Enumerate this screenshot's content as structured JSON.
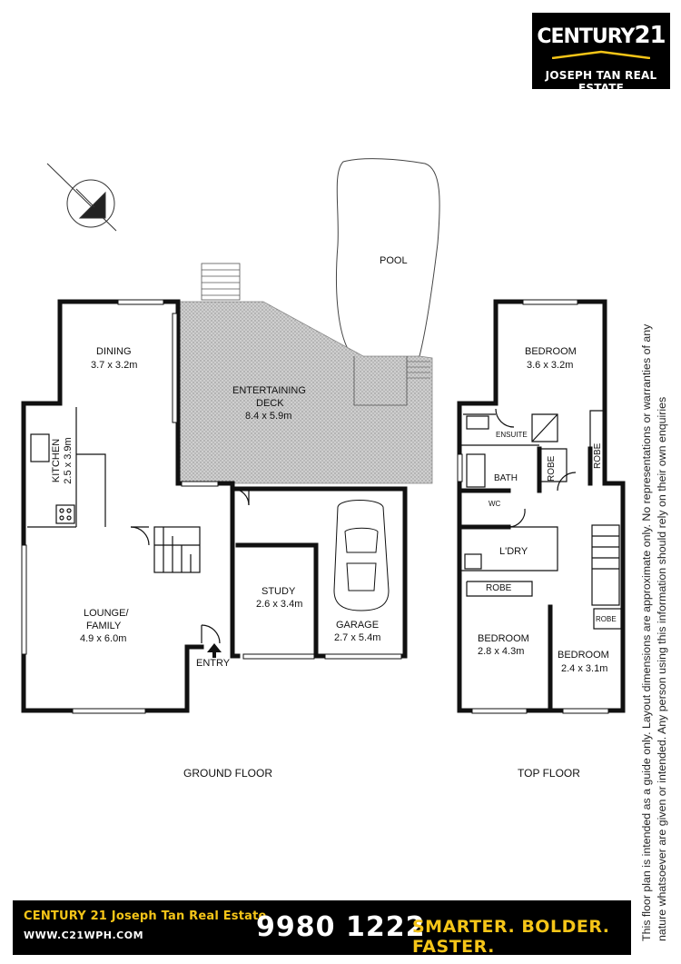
{
  "logo": {
    "brand": "CENTURY",
    "brand_number": "21",
    "agency": "JOSEPH TAN REAL ESTATE"
  },
  "rooms": {
    "pool": "POOL",
    "dining": {
      "name": "DINING",
      "size": "3.7 x 3.2m"
    },
    "deck": {
      "name1": "ENTERTAINING",
      "name2": "DECK",
      "size": "8.4 x 5.9m"
    },
    "kitchen": {
      "name": "KITCHEN",
      "size": "2.5 x 3.9m"
    },
    "lounge": {
      "name1": "LOUNGE/",
      "name2": "FAMILY",
      "size": "4.9 x 6.0m"
    },
    "study": {
      "name": "STUDY",
      "size": "2.6 x 3.4m"
    },
    "garage": {
      "name": "GARAGE",
      "size": "2.7 x 5.4m"
    },
    "entry": "ENTRY",
    "bed1": {
      "name": "BEDROOM",
      "size": "3.6 x 3.2m"
    },
    "ensuite": "ENSUITE",
    "robe": "ROBE",
    "bath": "BATH",
    "wc": "WC",
    "laundry": "L'DRY",
    "bed2": {
      "name": "BEDROOM",
      "size": "2.8 x 4.3m"
    },
    "bed3": {
      "name": "BEDROOM",
      "size": "2.4 x 3.1m"
    }
  },
  "labels": {
    "ground_floor": "GROUND FLOOR",
    "top_floor": "TOP FLOOR"
  },
  "disclaimer": "This floor plan is intended as a guide only. Layout dimensions are approximate only. No representations or warranties of any nature whatsoever are given or intended. Any person using this information should rely on their own enquiries",
  "footer": {
    "agency": "CENTURY 21 Joseph Tan Real Estate",
    "website": "WWW.C21WPH.COM",
    "phone": "9980 1222",
    "tagline": "SMARTER. BOLDER. FASTER."
  },
  "colors": {
    "wall": "#111111",
    "accent": "#f5c518",
    "deck_fill": "#c8c8c8"
  },
  "icons": [
    "north-arrow-icon",
    "car-icon",
    "entry-arrow-icon"
  ]
}
